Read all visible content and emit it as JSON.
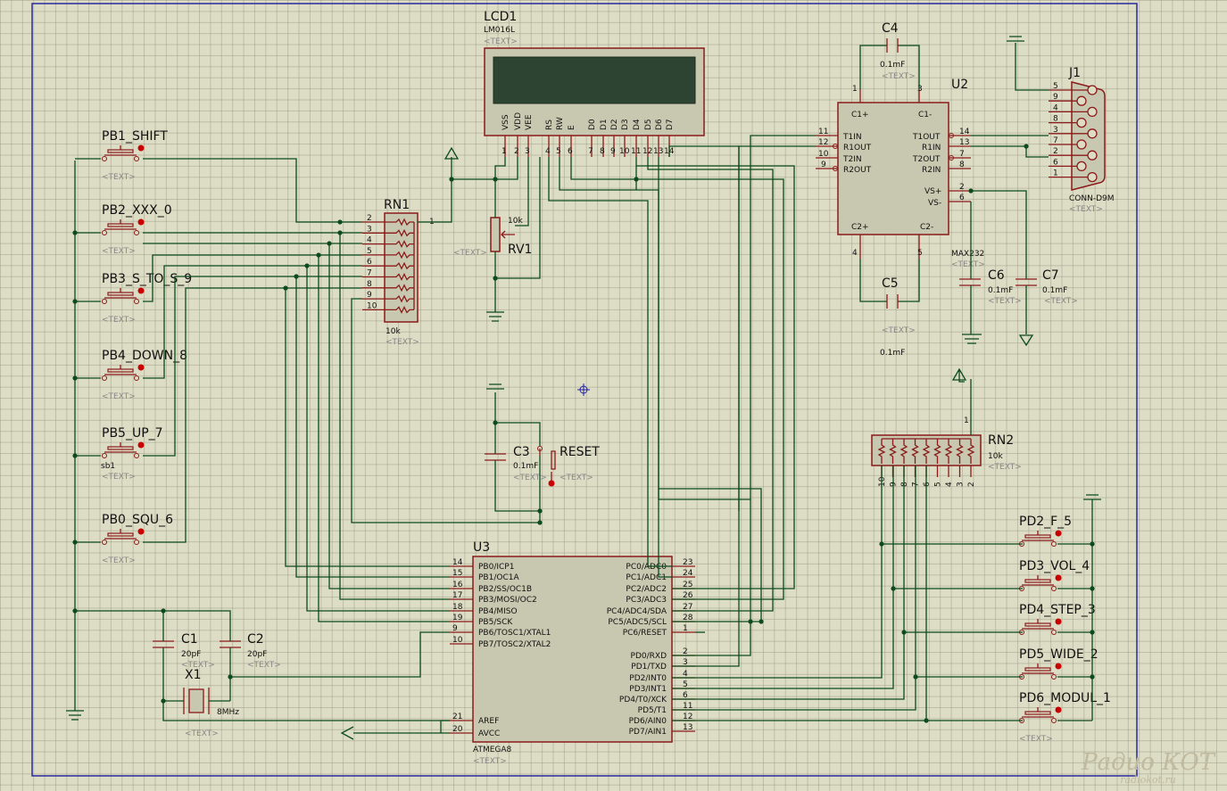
{
  "lcd": {
    "ref": "LCD1",
    "part": "LM016L",
    "text": "<TEXT>",
    "pins": [
      "VSS",
      "VDD",
      "VEE",
      "RS",
      "RW",
      "E",
      "D0",
      "D1",
      "D2",
      "D3",
      "D4",
      "D5",
      "D6",
      "D7"
    ],
    "nums": [
      "1",
      "2",
      "3",
      "4",
      "5",
      "6",
      "7",
      "8",
      "9",
      "10",
      "11",
      "12",
      "13",
      "14"
    ]
  },
  "u2": {
    "ref": "U2",
    "part": "MAX232",
    "text": "<TEXT>",
    "left": [
      "C1+",
      "T1IN",
      "R1OUT",
      "T2IN",
      "R2OUT",
      "C2+"
    ],
    "right": [
      "C1-",
      "T1OUT",
      "R1IN",
      "T2OUT",
      "R2IN",
      "VS+",
      "VS-",
      "C2-"
    ],
    "nums": {
      "c1p": "1",
      "c1m": "3",
      "t1in": "11",
      "r1out": "12",
      "t2in": "10",
      "r2out": "9",
      "t1out": "14",
      "r1in": "13",
      "t2out": "7",
      "r2in": "8",
      "vsp": "2",
      "vsm": "6",
      "c2p": "4",
      "c2m": "5"
    }
  },
  "caps": {
    "c4": {
      "ref": "C4",
      "val": "0.1mF",
      "text": "<TEXT>"
    },
    "c5": {
      "ref": "C5",
      "val": "0.1mF",
      "text": "<TEXT>"
    },
    "c6": {
      "ref": "C6",
      "val": "0.1mF",
      "text": "<TEXT>"
    },
    "c7": {
      "ref": "C7",
      "val": "0.1mF",
      "text": "<TEXT>"
    },
    "c3": {
      "ref": "C3",
      "val": "0.1mF",
      "text": "<TEXT>"
    },
    "c1": {
      "ref": "C1",
      "val": "20pF",
      "text": "<TEXT>"
    },
    "c2": {
      "ref": "C2",
      "val": "20pF",
      "text": "<TEXT>"
    }
  },
  "j1": {
    "ref": "J1",
    "part": "CONN-D9M",
    "text": "<TEXT>",
    "pins": [
      "5",
      "9",
      "4",
      "8",
      "3",
      "7",
      "2",
      "6",
      "1"
    ]
  },
  "rn1": {
    "ref": "RN1",
    "val": "10k",
    "text": "<TEXT>",
    "pins": [
      "2",
      "3",
      "4",
      "5",
      "6",
      "7",
      "8",
      "9",
      "10"
    ],
    "common": "1"
  },
  "rn2": {
    "ref": "RN2",
    "val": "10k",
    "text": "<TEXT>",
    "pins": [
      "10",
      "9",
      "8",
      "7",
      "6",
      "5",
      "4",
      "3",
      "2"
    ],
    "common": "1"
  },
  "rv1": {
    "ref": "RV1",
    "val": "10k",
    "text": "<TEXT>"
  },
  "reset": {
    "ref": "RESET",
    "text": "<TEXT>"
  },
  "x1": {
    "ref": "X1",
    "val": "8MHz",
    "text": "<TEXT>"
  },
  "buttons_left": [
    {
      "name": "PB1_SHIFT",
      "text": "<TEXT>"
    },
    {
      "name": "PB2_XXX_0",
      "text": "<TEXT>"
    },
    {
      "name": "PB3_S_TO_S_9",
      "text": "<TEXT>"
    },
    {
      "name": "PB4_DOWN_8",
      "text": "<TEXT>"
    },
    {
      "name": "PB5_UP_7",
      "sub": "sb1",
      "text": "<TEXT>"
    },
    {
      "name": "PB0_SQU_6",
      "text": "<TEXT>"
    }
  ],
  "buttons_right": [
    {
      "name": "PD2_F_5"
    },
    {
      "name": "PD3_VOL_4"
    },
    {
      "name": "PD4_STEP_3"
    },
    {
      "name": "PD5_WIDE_2"
    },
    {
      "name": "PD6_MODUL_1",
      "text": "<TEXT>"
    }
  ],
  "u3": {
    "ref": "U3",
    "part": "ATMEGA8",
    "text": "<TEXT>",
    "left": [
      [
        "14",
        "PB0/ICP1"
      ],
      [
        "15",
        "PB1/OC1A"
      ],
      [
        "16",
        "PB2/SS/OC1B"
      ],
      [
        "17",
        "PB3/MOSI/OC2"
      ],
      [
        "18",
        "PB4/MISO"
      ],
      [
        "19",
        "PB5/SCK"
      ],
      [
        "9",
        "PB6/TOSC1/XTAL1"
      ],
      [
        "10",
        "PB7/TOSC2/XTAL2"
      ],
      [
        "21",
        "AREF"
      ],
      [
        "20",
        "AVCC"
      ]
    ],
    "right_top": [
      [
        "23",
        "PC0/ADC0"
      ],
      [
        "24",
        "PC1/ADC1"
      ],
      [
        "25",
        "PC2/ADC2"
      ],
      [
        "26",
        "PC3/ADC3"
      ],
      [
        "27",
        "PC4/ADC4/SDA"
      ],
      [
        "28",
        "PC5/ADC5/SCL"
      ],
      [
        "1",
        "PC6/RESET"
      ]
    ],
    "right_bot": [
      [
        "2",
        "PD0/RXD"
      ],
      [
        "3",
        "PD1/TXD"
      ],
      [
        "4",
        "PD2/INT0"
      ],
      [
        "5",
        "PD3/INT1"
      ],
      [
        "6",
        "PD4/T0/XCK"
      ],
      [
        "11",
        "PD5/T1"
      ],
      [
        "12",
        "PD6/AIN0"
      ],
      [
        "13",
        "PD7/AIN1"
      ]
    ]
  },
  "watermark": {
    "line1": "Радио КОТ",
    "line2": "radiokot.ru"
  }
}
